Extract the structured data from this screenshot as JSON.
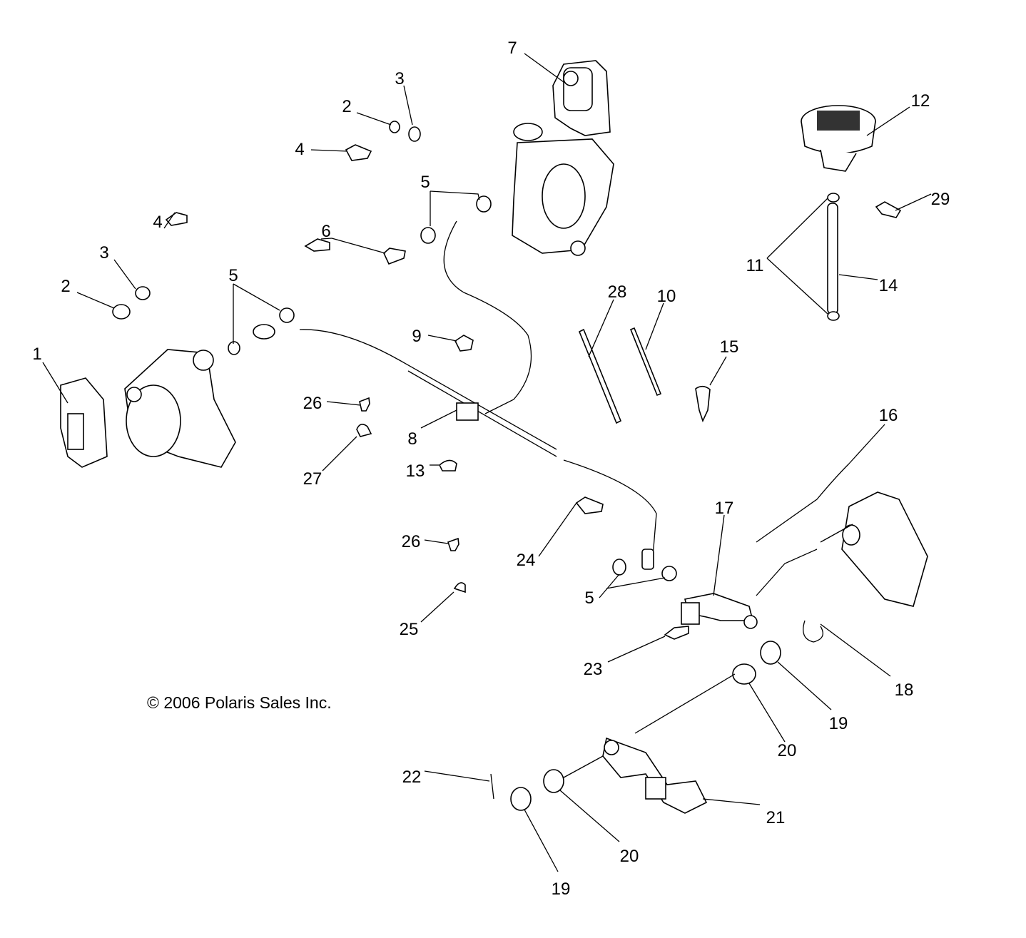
{
  "diagram": {
    "copyright": "© 2006 Polaris Sales Inc.",
    "callouts": [
      "7",
      "3",
      "2",
      "4",
      "12",
      "29",
      "5",
      "4",
      "3",
      "2",
      "6",
      "5",
      "11",
      "14",
      "28",
      "10",
      "1",
      "9",
      "15",
      "26",
      "8",
      "16",
      "27",
      "13",
      "17",
      "26",
      "24",
      "5",
      "25",
      "23",
      "18",
      "19",
      "20",
      "22",
      "21",
      "20",
      "19"
    ]
  }
}
